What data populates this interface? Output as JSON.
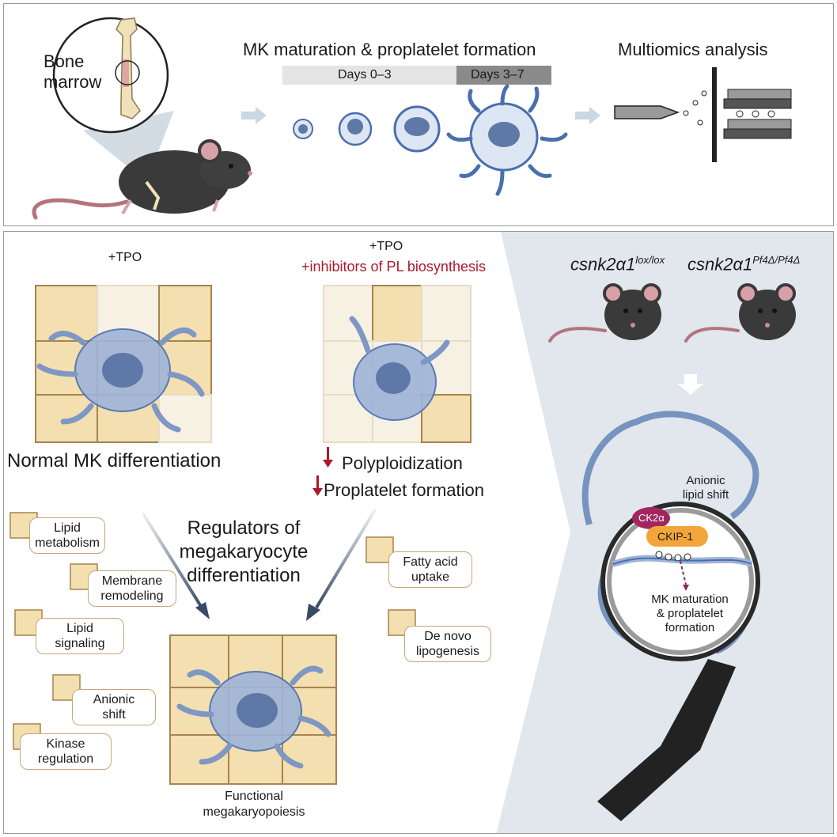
{
  "top": {
    "bone_marrow_label": [
      "Bone",
      "marrow"
    ],
    "maturation_title": "MK maturation & proplatelet formation",
    "days_early": "Days 0–3",
    "days_late": "Days 3–7",
    "multiomics_title": "Multiomics analysis"
  },
  "left": {
    "tpo_label_1": "+TPO",
    "normal_caption": "Normal MK differentiation",
    "tpo_label_2": "+TPO",
    "inhibitor_label": "+inhibitors of PL biosynthesis",
    "down_polyploid": "Polyploidization",
    "down_proplatelet": "Proplatelet formation",
    "regulators_title": [
      "Regulators of",
      "megakaryocyte",
      "differentiation"
    ],
    "tags": [
      "Lipid metabolism",
      "Membrane remodeling",
      "Lipid signaling",
      "Anionic shift",
      "Kinase regulation",
      "Fatty acid uptake",
      "De novo lipogenesis"
    ],
    "tag_lines": [
      [
        "Lipid",
        "metabolism"
      ],
      [
        "Membrane",
        "remodeling"
      ],
      [
        "Lipid",
        "signaling"
      ],
      [
        "Anionic",
        "shift"
      ],
      [
        "Kinase",
        "regulation"
      ],
      [
        "Fatty acid",
        "uptake"
      ],
      [
        "De novo",
        "lipogenesis"
      ]
    ],
    "functional_caption": [
      "Functional",
      "megakaryopoiesis"
    ]
  },
  "right": {
    "genotype_1_base": "csnk2α1",
    "genotype_1_sup": "lox/lox",
    "genotype_2_base": "csnk2α1",
    "genotype_2_sup": "Pf4Δ/Pf4Δ",
    "anionic_label": [
      "Anionic",
      "lipid shift"
    ],
    "ck2a_label": "CK2α",
    "ckip_label": "CKIP-1",
    "outcome_label": [
      "MK maturation",
      "& proplatelet",
      "formation"
    ]
  },
  "colors": {
    "puzzle_fill": "#f3dfb0",
    "puzzle_stroke": "#a8844e",
    "puzzle_faint": "#f7f1e3",
    "cell_fill": "#9fb4d8",
    "cell_stroke": "#4a6fae",
    "nucleus": "#5e78a8",
    "inhibitor_red": "#b0182a",
    "right_bg": "#e1e7ec",
    "ckip_orange": "#f2a63a",
    "ck2_magenta": "#a3265e"
  }
}
